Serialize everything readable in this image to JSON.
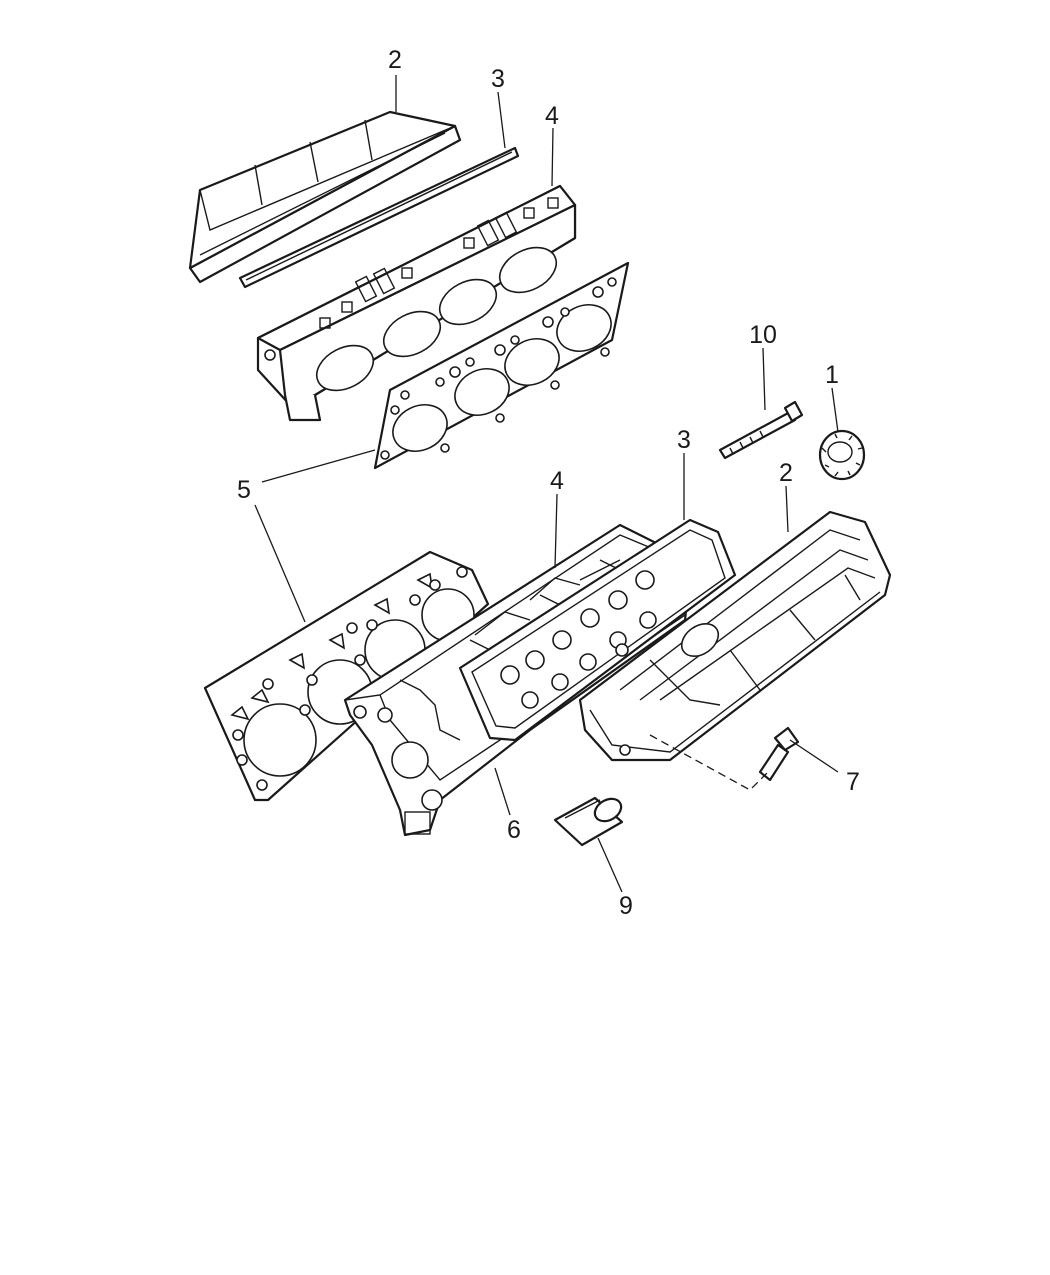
{
  "diagram": {
    "callouts": [
      {
        "id": "c1",
        "label": "1"
      },
      {
        "id": "c2a",
        "label": "2"
      },
      {
        "id": "c2b",
        "label": "2"
      },
      {
        "id": "c3a",
        "label": "3"
      },
      {
        "id": "c3b",
        "label": "3"
      },
      {
        "id": "c4a",
        "label": "4"
      },
      {
        "id": "c4b",
        "label": "4"
      },
      {
        "id": "c5",
        "label": "5"
      },
      {
        "id": "c6",
        "label": "6"
      },
      {
        "id": "c7",
        "label": "7"
      },
      {
        "id": "c9",
        "label": "9"
      },
      {
        "id": "c10",
        "label": "10"
      }
    ]
  }
}
